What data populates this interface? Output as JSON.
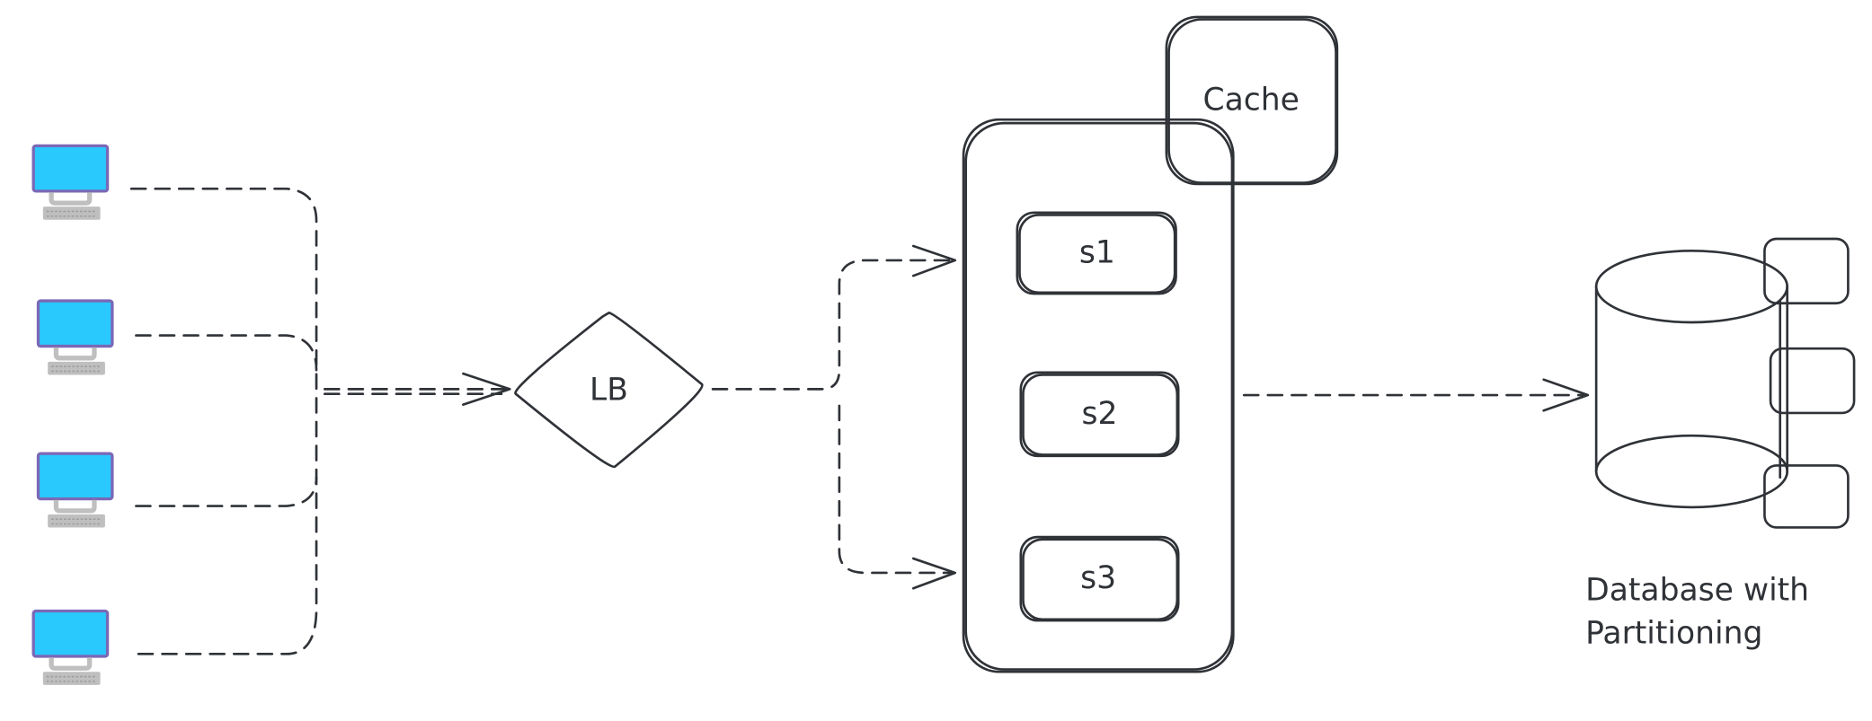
{
  "diagram": {
    "title": "Load-balanced architecture with cache and partitioned database",
    "clients": [
      {
        "icon": "desktop-computer-icon"
      },
      {
        "icon": "desktop-computer-icon"
      },
      {
        "icon": "desktop-computer-icon"
      },
      {
        "icon": "desktop-computer-icon"
      }
    ],
    "load_balancer": {
      "label": "LB"
    },
    "cache": {
      "label": "Cache"
    },
    "servers": [
      {
        "label": "s1"
      },
      {
        "label": "s2"
      },
      {
        "label": "s3"
      }
    ],
    "database": {
      "label_line1": "Database with",
      "label_line2": "Partitioning",
      "partitions": 3
    },
    "colors": {
      "stroke": "#2f3237",
      "screen": "#29c8fd",
      "bezel": "#7b68b6",
      "stand": "#bfbfbf"
    }
  }
}
